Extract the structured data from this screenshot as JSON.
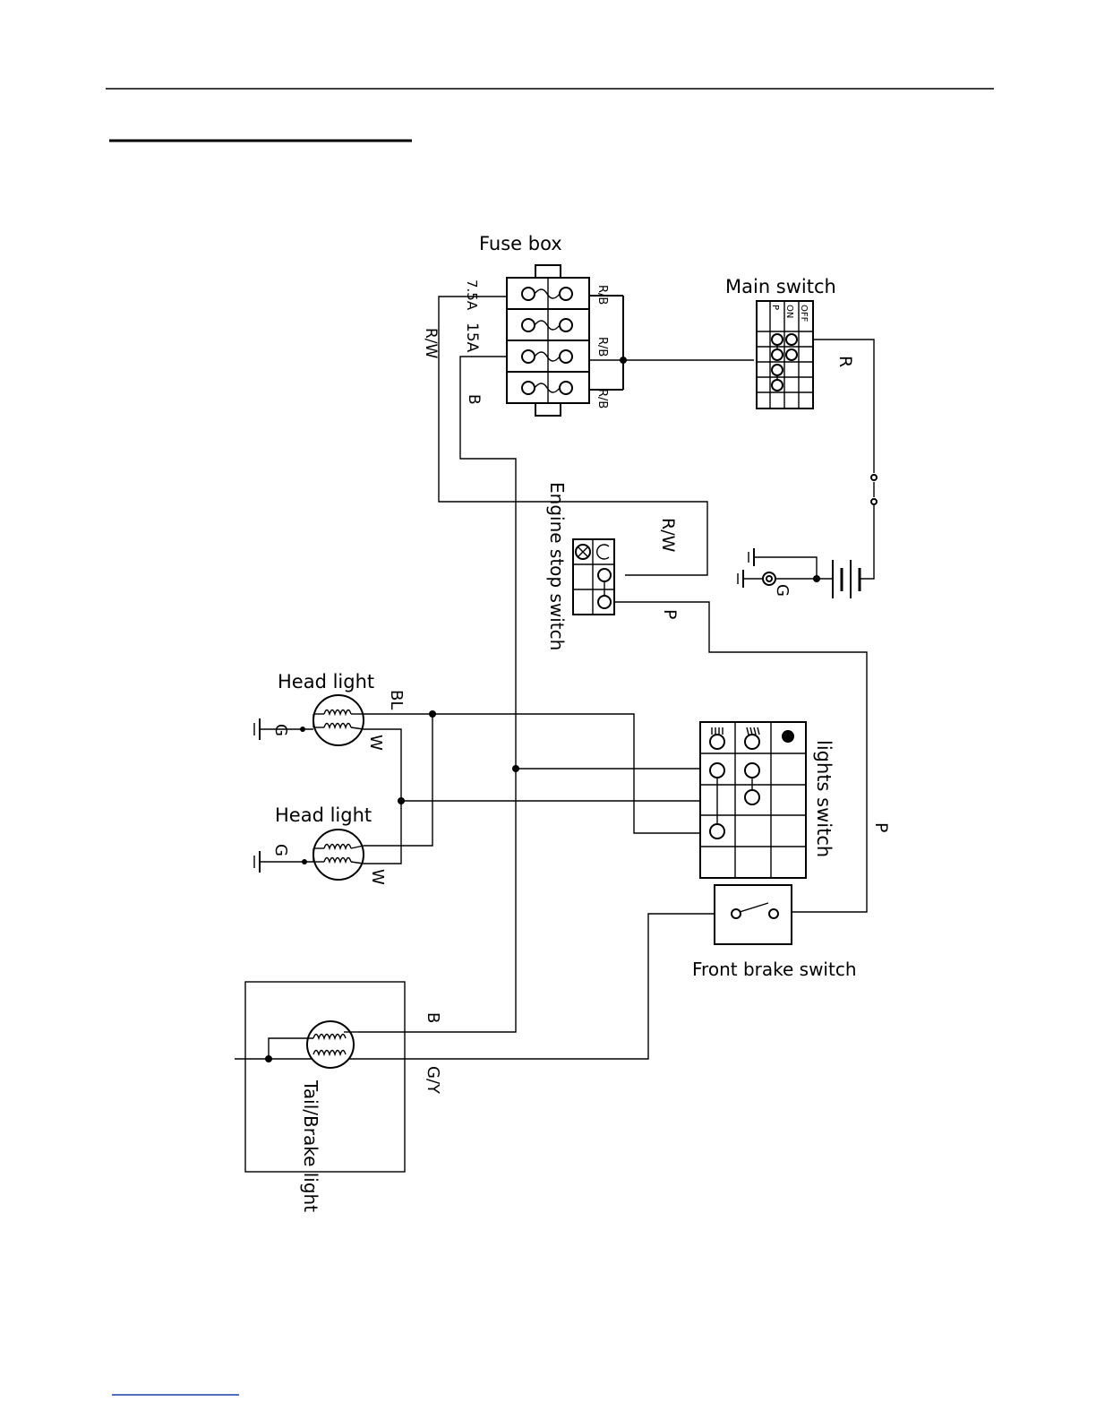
{
  "labels": {
    "fuse_box": "Fuse box",
    "main_switch": "Main switch",
    "engine_stop_switch": "Engine stop switch",
    "lights_switch": "lights switch",
    "head_light_1": "Head light",
    "head_light_2": "Head light",
    "front_brake_switch": "Front brake switch",
    "tail_brake_light": "Tail/Brake light"
  },
  "fuses": [
    "7.5A",
    "15A"
  ],
  "main_switch_positions": [
    "P",
    "ON",
    "OFF"
  ],
  "wire_codes": {
    "rb_1": "R/B",
    "rb_2": "R/B",
    "rb_3": "R/B",
    "rw_1": "R/W",
    "rw_2": "R/W",
    "b_1": "B",
    "b_2": "B",
    "r": "R",
    "g_battery": "G",
    "p_1": "P",
    "p_2": "P",
    "bl": "BL",
    "w_1": "W",
    "w_2": "W",
    "g_head_1": "G",
    "g_head_2": "G",
    "gy": "G/Y"
  }
}
